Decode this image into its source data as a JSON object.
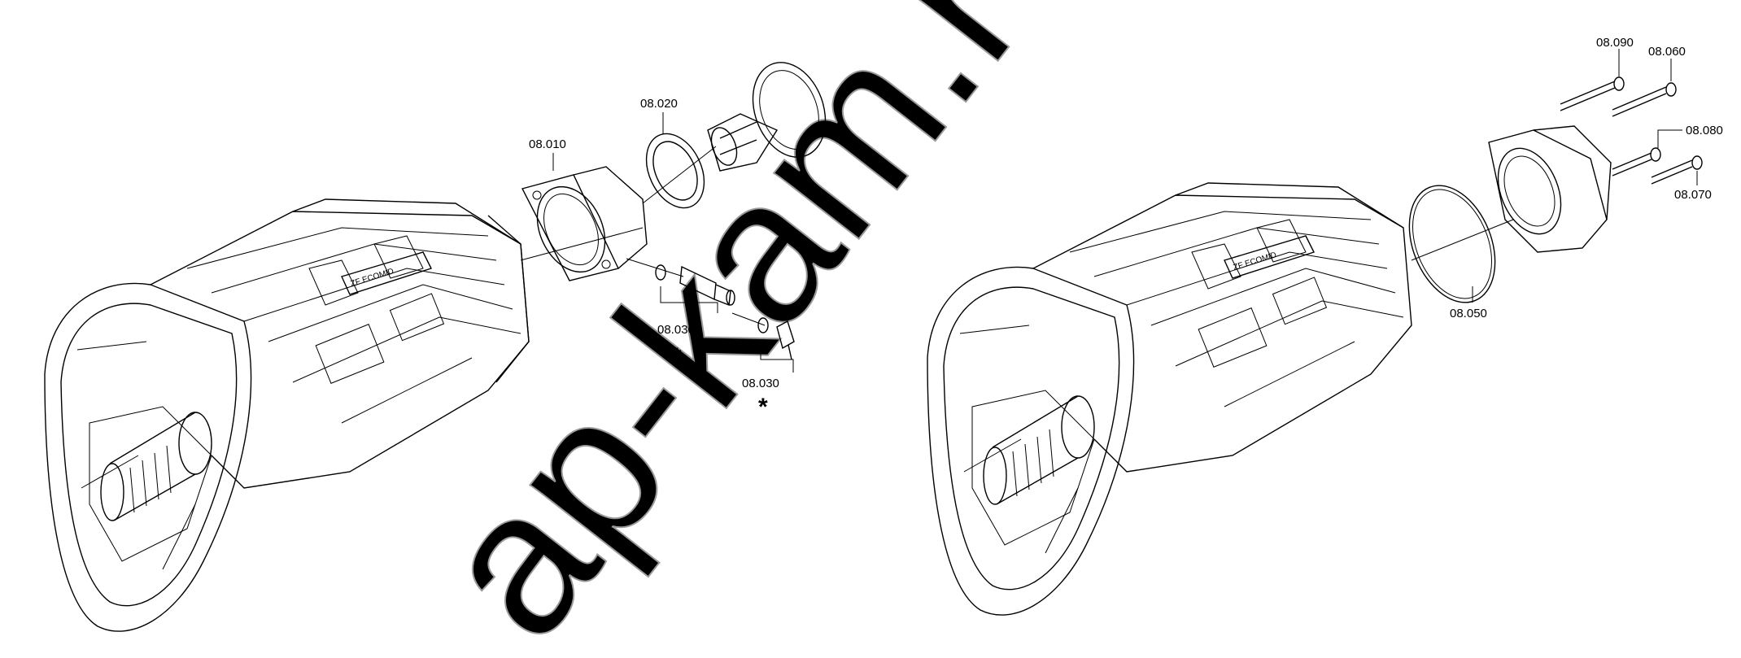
{
  "watermark": "ap-kam.ru",
  "parts": [
    {
      "id": "p1",
      "label": "08.010"
    },
    {
      "id": "p2",
      "label": "08.020"
    },
    {
      "id": "p3",
      "label": "08.030"
    },
    {
      "id": "p4",
      "label": "08.030"
    },
    {
      "id": "p5",
      "label": "08.050"
    },
    {
      "id": "p6",
      "label": "08.060"
    },
    {
      "id": "p7",
      "label": "08.070"
    },
    {
      "id": "p8",
      "label": "08.080"
    },
    {
      "id": "p9",
      "label": "08.090"
    }
  ],
  "marks": {
    "star_a": "*",
    "star_b": "*"
  },
  "brand_plate": "ZF ECOMID"
}
